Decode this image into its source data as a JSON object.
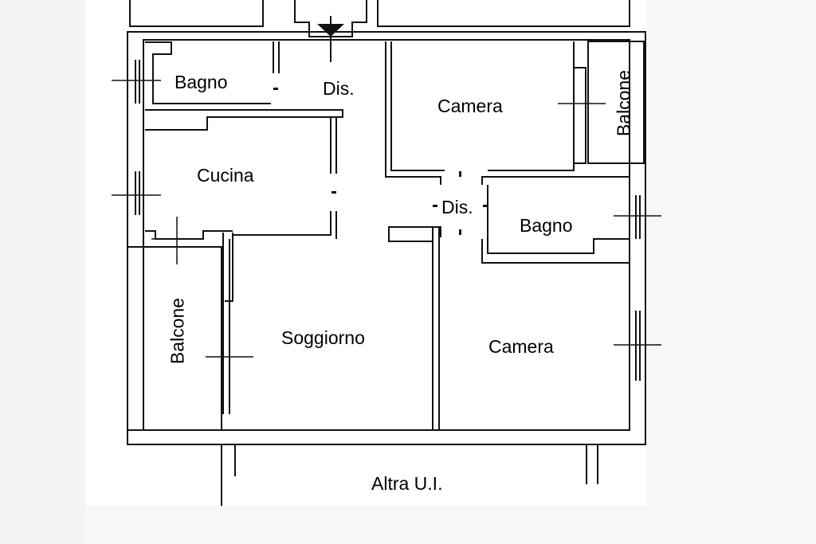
{
  "floor_plan": {
    "rooms": {
      "bagno_top": "Bagno",
      "dis_top": "Dis.",
      "camera_top": "Camera",
      "balcone_right": "Balcone",
      "cucina": "Cucina",
      "dis_center": "Dis.",
      "bagno_right": "Bagno",
      "balcone_left": "Balcone",
      "soggiorno": "Soggiorno",
      "camera_bottom": "Camera"
    },
    "adjacent_unit": "Altra U.I."
  },
  "colors": {
    "background": "#ffffff",
    "wall_fill": "#ffffff",
    "wall_stroke": "#111111",
    "margin_fill": "#f4f4f4"
  }
}
